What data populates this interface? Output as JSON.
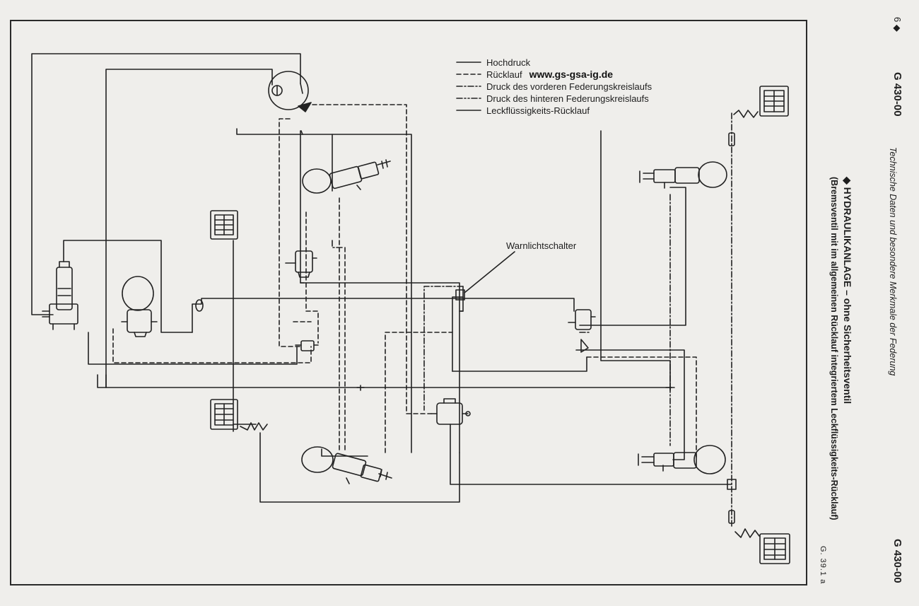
{
  "legend": {
    "items": [
      {
        "style": "solid",
        "label": "Hochdruck"
      },
      {
        "style": "dash",
        "label": "Rücklauf"
      },
      {
        "style": "dashdot",
        "label": "Druck des vorderen Federungskreislaufs"
      },
      {
        "style": "dashdotdot",
        "label": "Druck des hinteren Federungskreislaufs"
      },
      {
        "style": "long",
        "label": "Leckflüssigkeits-Rücklauf"
      }
    ],
    "watermark_url": "www.gs-gsa-ig.de"
  },
  "labels": {
    "warning_switch": "Warnlichtschalter"
  },
  "margin": {
    "page_number": "6 ◆",
    "doc_code_top": "G 430-00",
    "doc_code_bottom": "G 430-00",
    "chapter_title": "Technische Daten und besondere Merkmale der Federung",
    "heading_main": "◆ HYDRAULIKANLAGE – ohne Sicherheitsventil",
    "heading_sub": "(Bremsventil mit im allgemeinen Rücklauf integriertem Leckflüssigkeits-Rücklauf)",
    "figure_ref": "G. 39.1 a"
  }
}
